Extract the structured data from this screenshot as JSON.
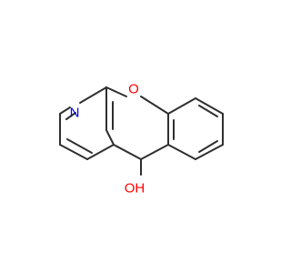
{
  "molecule": {
    "atoms": [
      {
        "symbol": "N",
        "color": "#0000ff"
      },
      {
        "symbol": "O",
        "color": "#ff0000"
      },
      {
        "symbol": "OH",
        "color": "#ff0000"
      }
    ],
    "bond_color": "#2f2f2f",
    "background": "#ffffff"
  }
}
